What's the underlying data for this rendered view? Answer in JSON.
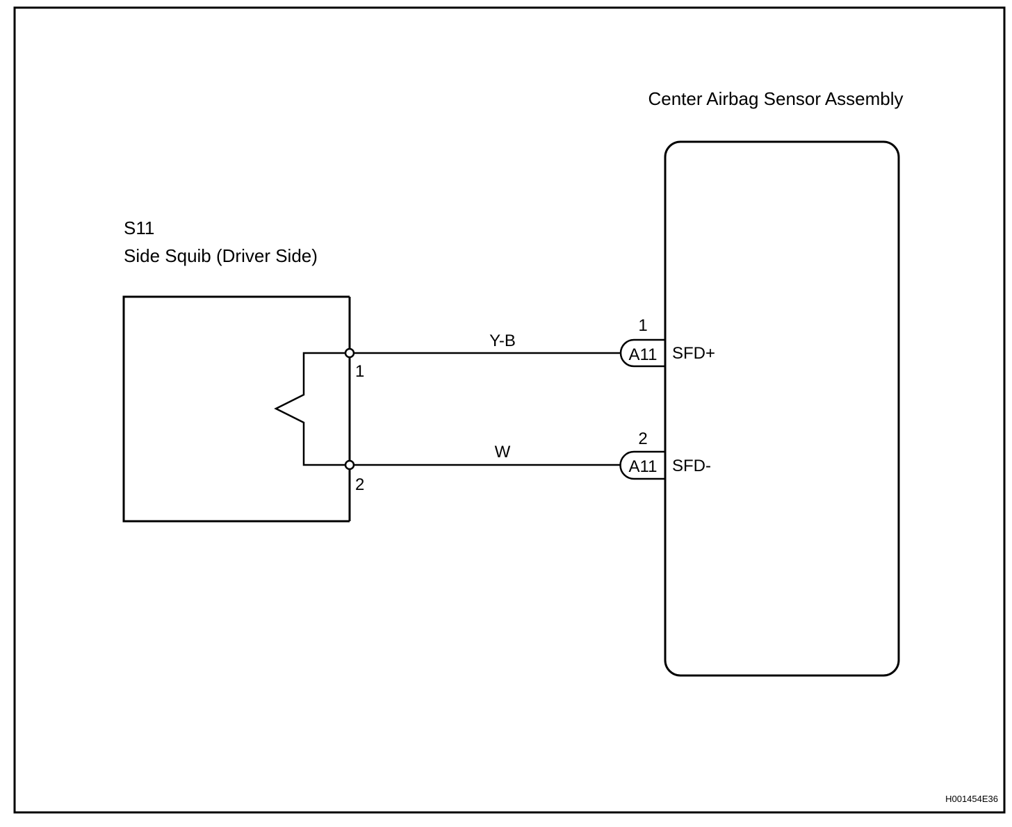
{
  "figure_id": "H001454E36",
  "squib": {
    "code": "S11",
    "name": "Side Squib (Driver Side)",
    "pins": [
      "1",
      "2"
    ]
  },
  "sensor": {
    "name": "Center Airbag Sensor Assembly"
  },
  "wires": [
    {
      "color": "Y-B",
      "pin": "1",
      "connector": "A11",
      "signal": "SFD+"
    },
    {
      "color": "W",
      "pin": "2",
      "connector": "A11",
      "signal": "SFD-"
    }
  ],
  "colors": {
    "line": "#000000",
    "background": "#ffffff"
  }
}
